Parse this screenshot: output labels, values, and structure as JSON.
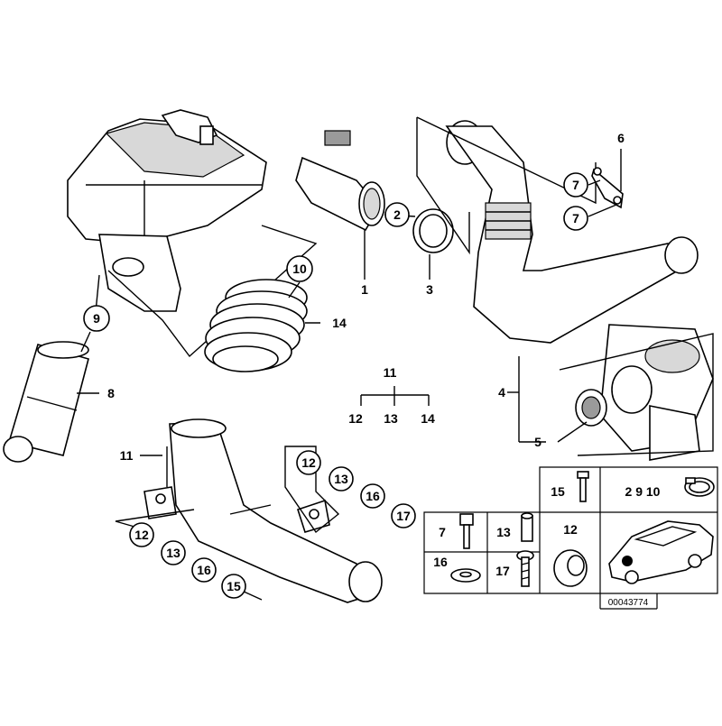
{
  "diagram": {
    "callouts": {
      "c2": "2",
      "c7a": "7",
      "c7b": "7",
      "c9": "9",
      "c10": "10",
      "c12a": "12",
      "c13a": "13",
      "c16a": "16",
      "c17a": "17",
      "c12b": "12",
      "c13b": "13",
      "c16b": "16",
      "c15b": "15"
    },
    "labels": {
      "l1": "1",
      "l3": "3",
      "l4": "4",
      "l5": "5",
      "l6": "6",
      "l8": "8",
      "l11a": "11",
      "l11b": "11",
      "l14": "14",
      "g12": "12",
      "g13": "13",
      "g14": "14"
    },
    "table": {
      "t15": "15",
      "t2910": "2  9  10",
      "t7": "7",
      "t13": "13",
      "t12": "12",
      "t16": "16",
      "t17": "17"
    },
    "doc_number": "00043774"
  }
}
